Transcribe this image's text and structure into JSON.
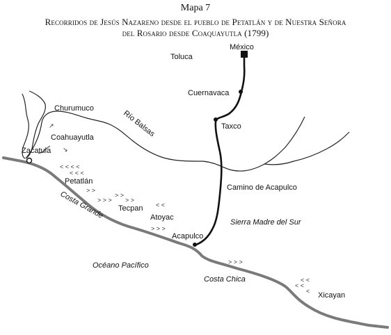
{
  "header": {
    "map_number": "Mapa 7",
    "title_line1": "Recorridos de Jesús Nazareno desde el pueblo de Petatlán y de Nuestra Señora",
    "title_line2": "del Rosario desde Coaquayutla (1799)"
  },
  "places": {
    "mexico": "México",
    "toluca": "Toluca",
    "cuernavaca": "Cuernavaca",
    "taxco": "Taxco",
    "churumuco": "Churumuco",
    "coahuayutla": "Coahuayutla",
    "zacatula": "Zacatula",
    "petatlan": "Petatlán",
    "tecpan": "Tecpan",
    "atoyac": "Atoyac",
    "acapulco": "Acapulco",
    "xicayan": "Xicayan"
  },
  "regions": {
    "rio_balsas": "Río Balsas",
    "camino_acapulco": "Camino de Acapulco",
    "sierra_madre": "Sierra Madre del Sur",
    "costa_grande": "Costa Grande",
    "oceano": "Océano Pacífico",
    "costa_chica": "Costa Chica"
  },
  "route_markers": {
    "a1": "↗",
    "a2": "↘",
    "b1": "< < < <",
    "b2": "< < <",
    "c1": "> >",
    "c2": "> > >",
    "d1": "> >",
    "d2": "> >",
    "e1": "< <",
    "e2": "> > >",
    "f1": "< <",
    "f2": "< <",
    "f3": "<"
  },
  "colors": {
    "road": "#111111",
    "river": "#222222",
    "coast": "#7a7a7a"
  }
}
